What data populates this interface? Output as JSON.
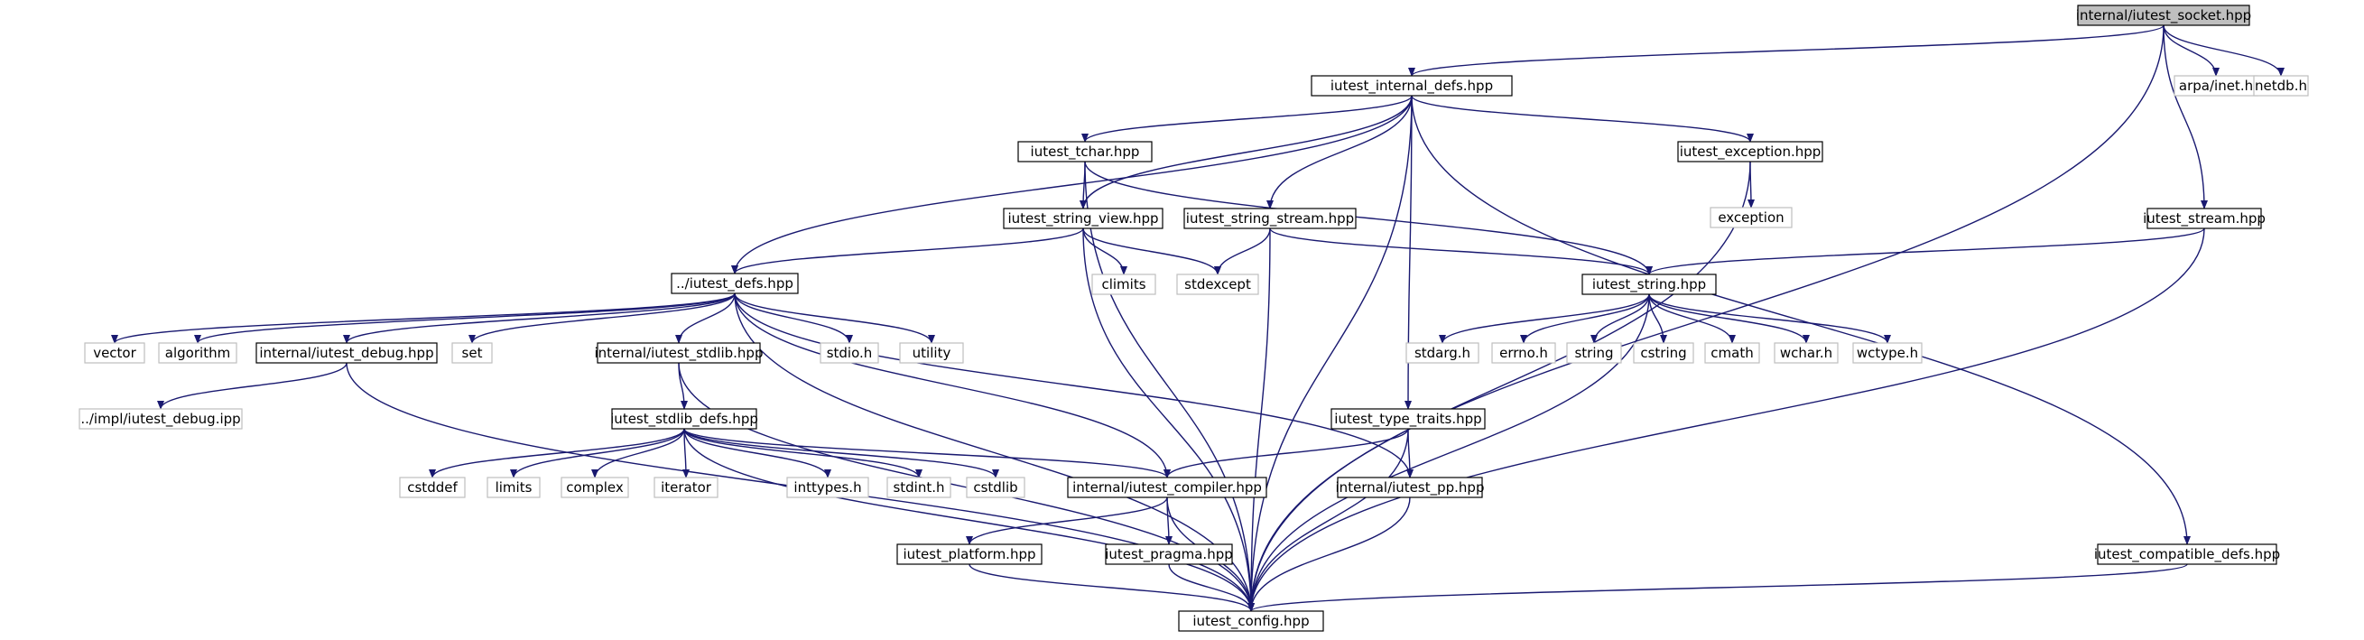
{
  "colors": {
    "edge": "#191970",
    "node_border": "#000000",
    "node_border_external": "#bfbfbf",
    "root_fill": "#bfbfbf",
    "node_fill": "#ffffff",
    "text": "#000000"
  },
  "nodes": {
    "socket": {
      "label": "internal/iutest_socket.hpp",
      "kind": "root"
    },
    "internal_defs": {
      "label": "iutest_internal_defs.hpp",
      "kind": "file"
    },
    "arpa": {
      "label": "arpa/inet.h",
      "kind": "external"
    },
    "netdb": {
      "label": "netdb.h",
      "kind": "external"
    },
    "tchar": {
      "label": "iutest_tchar.hpp",
      "kind": "file"
    },
    "exception_hpp": {
      "label": "iutest_exception.hpp",
      "kind": "file"
    },
    "exception": {
      "label": "exception",
      "kind": "external"
    },
    "string_view": {
      "label": "iutest_string_view.hpp",
      "kind": "file"
    },
    "string_stream": {
      "label": "iutest_string_stream.hpp",
      "kind": "file"
    },
    "stream": {
      "label": "iutest_stream.hpp",
      "kind": "file"
    },
    "defs": {
      "label": "../iutest_defs.hpp",
      "kind": "file"
    },
    "climits": {
      "label": "climits",
      "kind": "external"
    },
    "stdexcept": {
      "label": "stdexcept",
      "kind": "external"
    },
    "string_hpp": {
      "label": "iutest_string.hpp",
      "kind": "file"
    },
    "vector": {
      "label": "vector",
      "kind": "external"
    },
    "algorithm": {
      "label": "algorithm",
      "kind": "external"
    },
    "debug": {
      "label": "internal/iutest_debug.hpp",
      "kind": "file"
    },
    "set": {
      "label": "set",
      "kind": "external"
    },
    "stdlib": {
      "label": "internal/iutest_stdlib.hpp",
      "kind": "file"
    },
    "stdio": {
      "label": "stdio.h",
      "kind": "external"
    },
    "utility": {
      "label": "utility",
      "kind": "external"
    },
    "stdarg": {
      "label": "stdarg.h",
      "kind": "external"
    },
    "errno": {
      "label": "errno.h",
      "kind": "external"
    },
    "string": {
      "label": "string",
      "kind": "external"
    },
    "cstring": {
      "label": "cstring",
      "kind": "external"
    },
    "cmath": {
      "label": "cmath",
      "kind": "external"
    },
    "wchar": {
      "label": "wchar.h",
      "kind": "external"
    },
    "wctype": {
      "label": "wctype.h",
      "kind": "external"
    },
    "debug_ipp": {
      "label": "../impl/iutest_debug.ipp",
      "kind": "external"
    },
    "stdlib_defs": {
      "label": "iutest_stdlib_defs.hpp",
      "kind": "file"
    },
    "type_traits": {
      "label": "iutest_type_traits.hpp",
      "kind": "file"
    },
    "cstddef": {
      "label": "cstddef",
      "kind": "external"
    },
    "limits": {
      "label": "limits",
      "kind": "external"
    },
    "complex": {
      "label": "complex",
      "kind": "external"
    },
    "iterator": {
      "label": "iterator",
      "kind": "external"
    },
    "inttypes": {
      "label": "inttypes.h",
      "kind": "external"
    },
    "stdint": {
      "label": "stdint.h",
      "kind": "external"
    },
    "cstdlib": {
      "label": "cstdlib",
      "kind": "external"
    },
    "compiler": {
      "label": "internal/iutest_compiler.hpp",
      "kind": "file"
    },
    "pp": {
      "label": "internal/iutest_pp.hpp",
      "kind": "file"
    },
    "platform": {
      "label": "iutest_platform.hpp",
      "kind": "file"
    },
    "pragma": {
      "label": "iutest_pragma.hpp",
      "kind": "file"
    },
    "compatible": {
      "label": "iutest_compatible_defs.hpp",
      "kind": "file"
    },
    "config": {
      "label": "iutest_config.hpp",
      "kind": "file"
    }
  },
  "edges": [
    [
      "socket",
      "internal_defs"
    ],
    [
      "socket",
      "arpa"
    ],
    [
      "socket",
      "netdb"
    ],
    [
      "socket",
      "stream"
    ],
    [
      "socket",
      "config"
    ],
    [
      "internal_defs",
      "defs"
    ],
    [
      "internal_defs",
      "tchar"
    ],
    [
      "internal_defs",
      "string_view"
    ],
    [
      "internal_defs",
      "string_stream"
    ],
    [
      "internal_defs",
      "exception_hpp"
    ],
    [
      "internal_defs",
      "type_traits"
    ],
    [
      "internal_defs",
      "config"
    ],
    [
      "internal_defs",
      "compatible"
    ],
    [
      "tchar",
      "string_view"
    ],
    [
      "tchar",
      "string_hpp"
    ],
    [
      "tchar",
      "config"
    ],
    [
      "exception_hpp",
      "exception"
    ],
    [
      "exception_hpp",
      "config"
    ],
    [
      "string_view",
      "defs"
    ],
    [
      "string_view",
      "climits"
    ],
    [
      "string_view",
      "stdexcept"
    ],
    [
      "string_view",
      "config"
    ],
    [
      "string_stream",
      "stdexcept"
    ],
    [
      "string_stream",
      "string_hpp"
    ],
    [
      "string_stream",
      "config"
    ],
    [
      "stream",
      "string_hpp"
    ],
    [
      "stream",
      "config"
    ],
    [
      "defs",
      "vector"
    ],
    [
      "defs",
      "algorithm"
    ],
    [
      "defs",
      "debug"
    ],
    [
      "defs",
      "set"
    ],
    [
      "defs",
      "stdlib"
    ],
    [
      "defs",
      "stdio"
    ],
    [
      "defs",
      "utility"
    ],
    [
      "defs",
      "compiler"
    ],
    [
      "defs",
      "pp"
    ],
    [
      "defs",
      "config"
    ],
    [
      "debug",
      "debug_ipp"
    ],
    [
      "debug",
      "config"
    ],
    [
      "stdlib",
      "stdlib_defs"
    ],
    [
      "stdlib",
      "config"
    ],
    [
      "string_hpp",
      "stdarg"
    ],
    [
      "string_hpp",
      "errno"
    ],
    [
      "string_hpp",
      "string"
    ],
    [
      "string_hpp",
      "cstring"
    ],
    [
      "string_hpp",
      "cmath"
    ],
    [
      "string_hpp",
      "wchar"
    ],
    [
      "string_hpp",
      "wctype"
    ],
    [
      "string_hpp",
      "config"
    ],
    [
      "stdlib_defs",
      "cstddef"
    ],
    [
      "stdlib_defs",
      "limits"
    ],
    [
      "stdlib_defs",
      "complex"
    ],
    [
      "stdlib_defs",
      "iterator"
    ],
    [
      "stdlib_defs",
      "inttypes"
    ],
    [
      "stdlib_defs",
      "stdint"
    ],
    [
      "stdlib_defs",
      "cstdlib"
    ],
    [
      "stdlib_defs",
      "compiler"
    ],
    [
      "stdlib_defs",
      "config"
    ],
    [
      "type_traits",
      "compiler"
    ],
    [
      "type_traits",
      "pp"
    ],
    [
      "type_traits",
      "config"
    ],
    [
      "compiler",
      "platform"
    ],
    [
      "compiler",
      "pragma"
    ],
    [
      "compiler",
      "config"
    ],
    [
      "platform",
      "config"
    ],
    [
      "pragma",
      "config"
    ],
    [
      "pp",
      "config"
    ],
    [
      "compatible",
      "config"
    ]
  ]
}
